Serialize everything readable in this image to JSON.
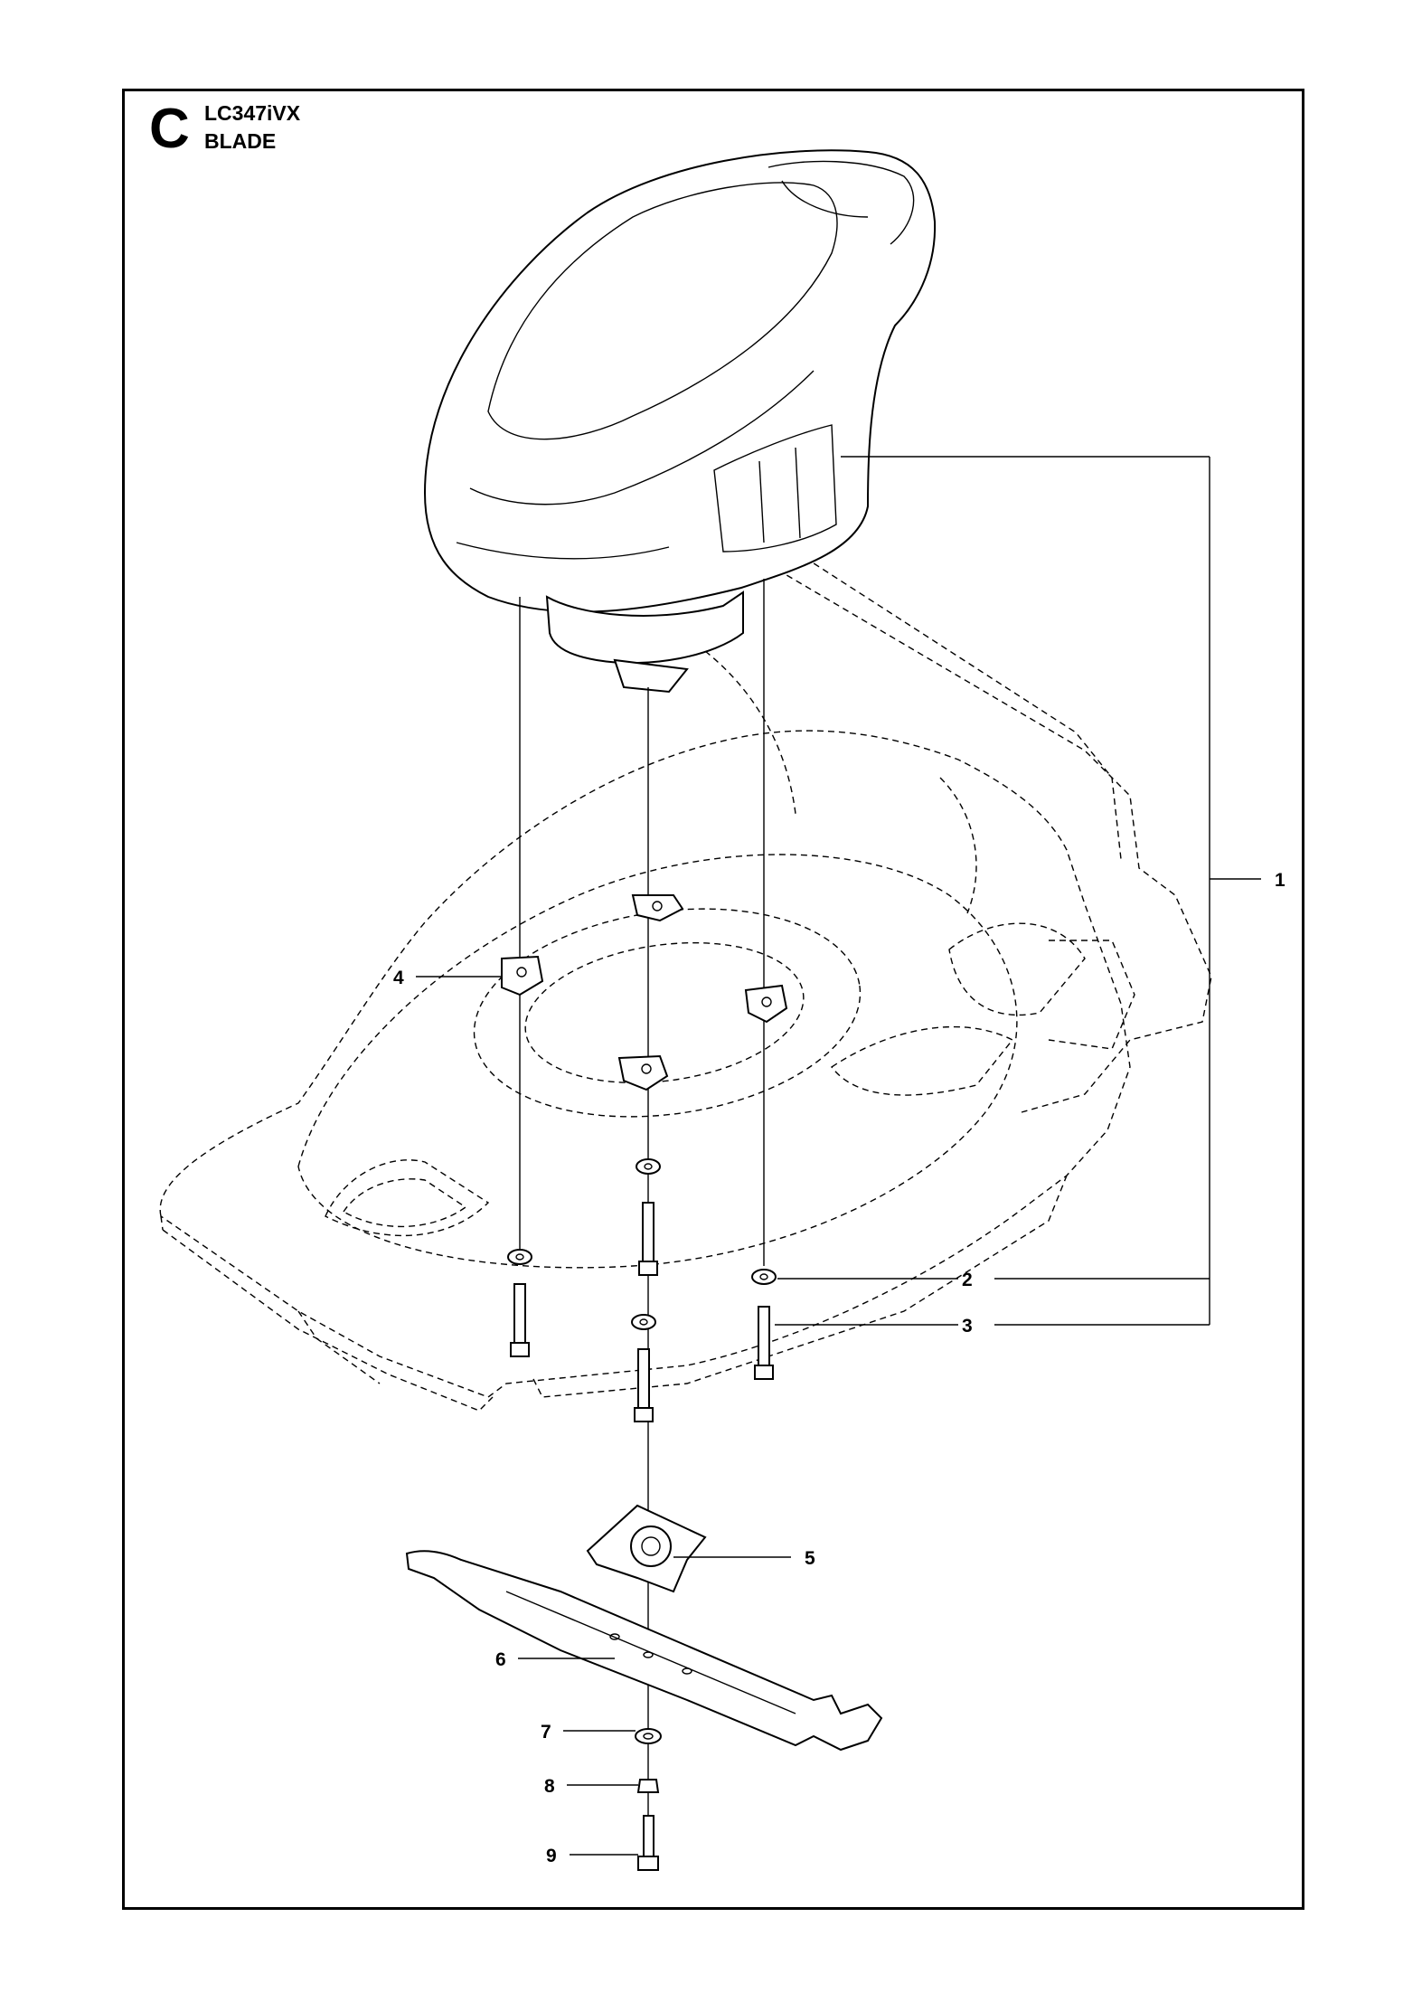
{
  "header": {
    "section_letter": "C",
    "model": "LC347iVX",
    "section": "BLADE"
  },
  "callouts": [
    "1",
    "2",
    "3",
    "4",
    "5",
    "6",
    "7",
    "8",
    "9"
  ]
}
